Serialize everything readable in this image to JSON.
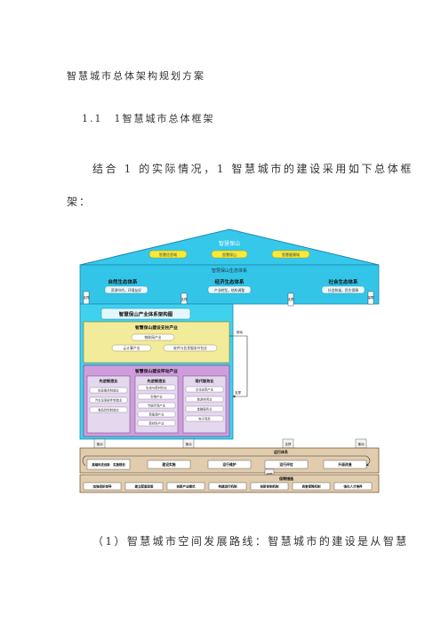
{
  "document": {
    "title": "智慧城市总体架构规划方案",
    "section_heading": "1.1　1智慧城市总体框架",
    "para1_line1": "结合 1 的实际情况，1 智慧城市的建设采用如下总体框",
    "para1_line2": "架：",
    "para2_line1": "（1）智慧城市空间发展路线：智慧城市的建设是从智慧"
  },
  "figure": {
    "roof_title": "智慧保山",
    "top_pills": [
      "智慧信息城",
      "智慧保山",
      "智慧健康城"
    ],
    "band_title": "智慧保山生态体系",
    "ecosystems": [
      {
        "title": "自然生态体系",
        "sub": "资源节约，环境友好"
      },
      {
        "title": "经济生态体系",
        "sub": "产业转型，结构调整"
      },
      {
        "title": "社会生态体系",
        "sub": "社会和谐，民生保障"
      }
    ],
    "side_tags": {
      "left": "支撑",
      "right": "保障",
      "mid1": "支撑",
      "mid2": "支撑"
    },
    "industry_title": "智慧保山产业体系架构图",
    "support_title": "智慧保山建设支柱产业",
    "support_items": [
      "物联网产业",
      "云计算产业",
      "软件与信息服务外包业"
    ],
    "drive_title": "智慧保山建设带动产业",
    "drive_cols": [
      {
        "title": "先进制造业",
        "items": [
          "信息服务制造业",
          "汽车及零部件制造业",
          "食品饮料制造业"
        ]
      },
      {
        "title": "先进制造业",
        "items": [
          "生态与新材料业",
          "生物产业",
          "节能环保产业",
          "新能源产业",
          "新材料产业"
        ]
      },
      {
        "title": "现代服务业",
        "items": [
          "文化创意产业",
          "旅游休闲业",
          "金融服务业",
          "电子商务"
        ]
      }
    ],
    "arrow_labels": [
      "带动",
      "支撑"
    ],
    "run_title": "运行体系",
    "run_up_tags": [
      "推动",
      "推动",
      "支撑",
      "推动"
    ],
    "run_steps": [
      "高端科技创新　实施规划",
      "建设实施",
      "运行维护",
      "运行评估",
      "升级改造"
    ],
    "guarantee_title": "保障措施",
    "guarantee_tag": "保障",
    "guarantees": [
      "加强组织领导",
      "建立配套政策",
      "创新产业模式",
      "构建运行机制",
      "创新体制机制",
      "资金保障机制",
      "强化人才培养"
    ]
  }
}
